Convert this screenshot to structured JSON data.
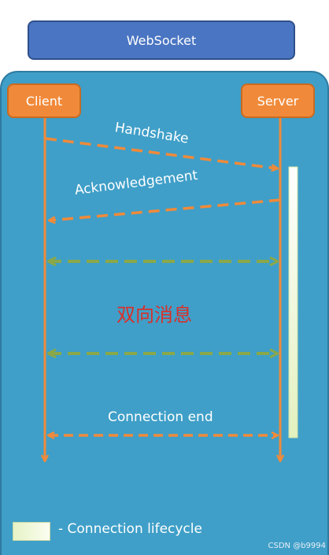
{
  "diagram": {
    "title": "WebSocket",
    "actors": {
      "client": "Client",
      "server": "Server"
    },
    "messages": {
      "handshake": "Handshake",
      "acknowledgement": "Acknowledgement",
      "bidirectional": "双向消息",
      "connection_end": "Connection end"
    },
    "legend": {
      "text": "- Connection lifecycle"
    },
    "watermark": "CSDN @b9994"
  },
  "colors": {
    "panel": "#3f9fc8",
    "title_box": "#4a75c2",
    "actor": "#f08a3a",
    "lifeline": "#f08a3a",
    "bidirectional_arrow": "#8aa84a",
    "lifecycle_bar": "#eef7d8",
    "bidirectional_text": "#d9302a"
  }
}
